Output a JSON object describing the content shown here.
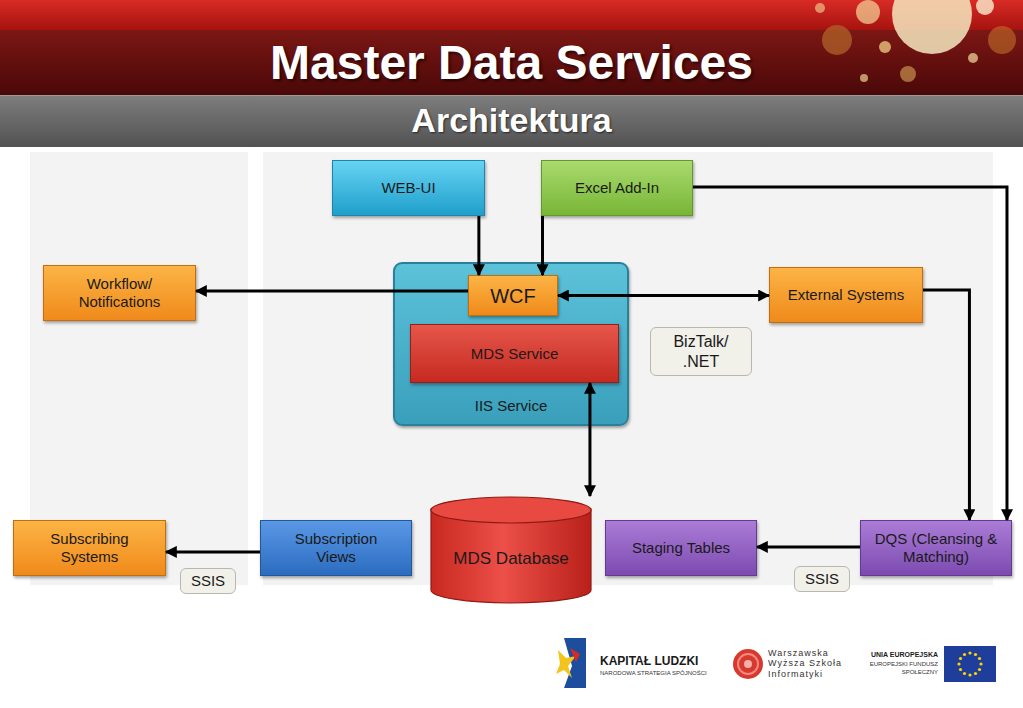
{
  "diagram": {
    "title": "Master Data Services",
    "nodes": [
      {
        "text": [
          "WEB-UI"
        ]
      },
      {
        "text": [
          "Excel Add-In"
        ]
      },
      {
        "text": [
          "Workflow/ Notifications"
        ]
      },
      {
        "text": [
          "IIS Service"
        ]
      },
      {
        "text": [
          "WCF"
        ],
        "in": 3
      },
      {
        "text": [
          "MDS Service"
        ],
        "in": 3
      },
      {
        "text": [
          "External Systems"
        ]
      },
      {
        "text": [
          "BizTalk/ .NET"
        ]
      },
      {
        "text": [
          "Subscribing Systems"
        ]
      },
      {
        "text": [
          "Subscription Views"
        ]
      },
      {
        "text": [
          "MDS Database"
        ]
      },
      {
        "text": [
          "Staging Tables"
        ]
      },
      {
        "text": [
          "DQS (Cleansing & Matching)"
        ]
      },
      {
        "text": [
          "SSIS"
        ]
      },
      {
        "text": [
          "SSIS"
        ]
      }
    ],
    "edges": [
      {
        "from": 0,
        "to": 4,
        "arrow": "to"
      },
      {
        "from": 1,
        "to": 4,
        "arrow": "to"
      },
      {
        "from": 4,
        "to": 2,
        "arrow": "to"
      },
      {
        "from": 4,
        "to": 6,
        "arrow": "both"
      },
      {
        "from": 5,
        "to": 10,
        "arrow": "both"
      },
      {
        "from": 6,
        "to": 12,
        "arrow": "to"
      },
      {
        "from": 1,
        "to": 12,
        "arrow": "to"
      },
      {
        "from": 12,
        "to": 11,
        "arrow": "to"
      },
      {
        "from": 9,
        "to": 8,
        "arrow": "to"
      }
    ],
    "labels": [
      "Architektura",
      "KAPITAŁ LUDZKI",
      "NARODOWA STRATEGIA SPÓJNOŚCI",
      "Warszawska Wyższa Szkoła Informatyki",
      "UNIA EUROPEJSKA",
      "EUROPEJSKI FUNDUSZ SPOŁECZNY"
    ]
  }
}
